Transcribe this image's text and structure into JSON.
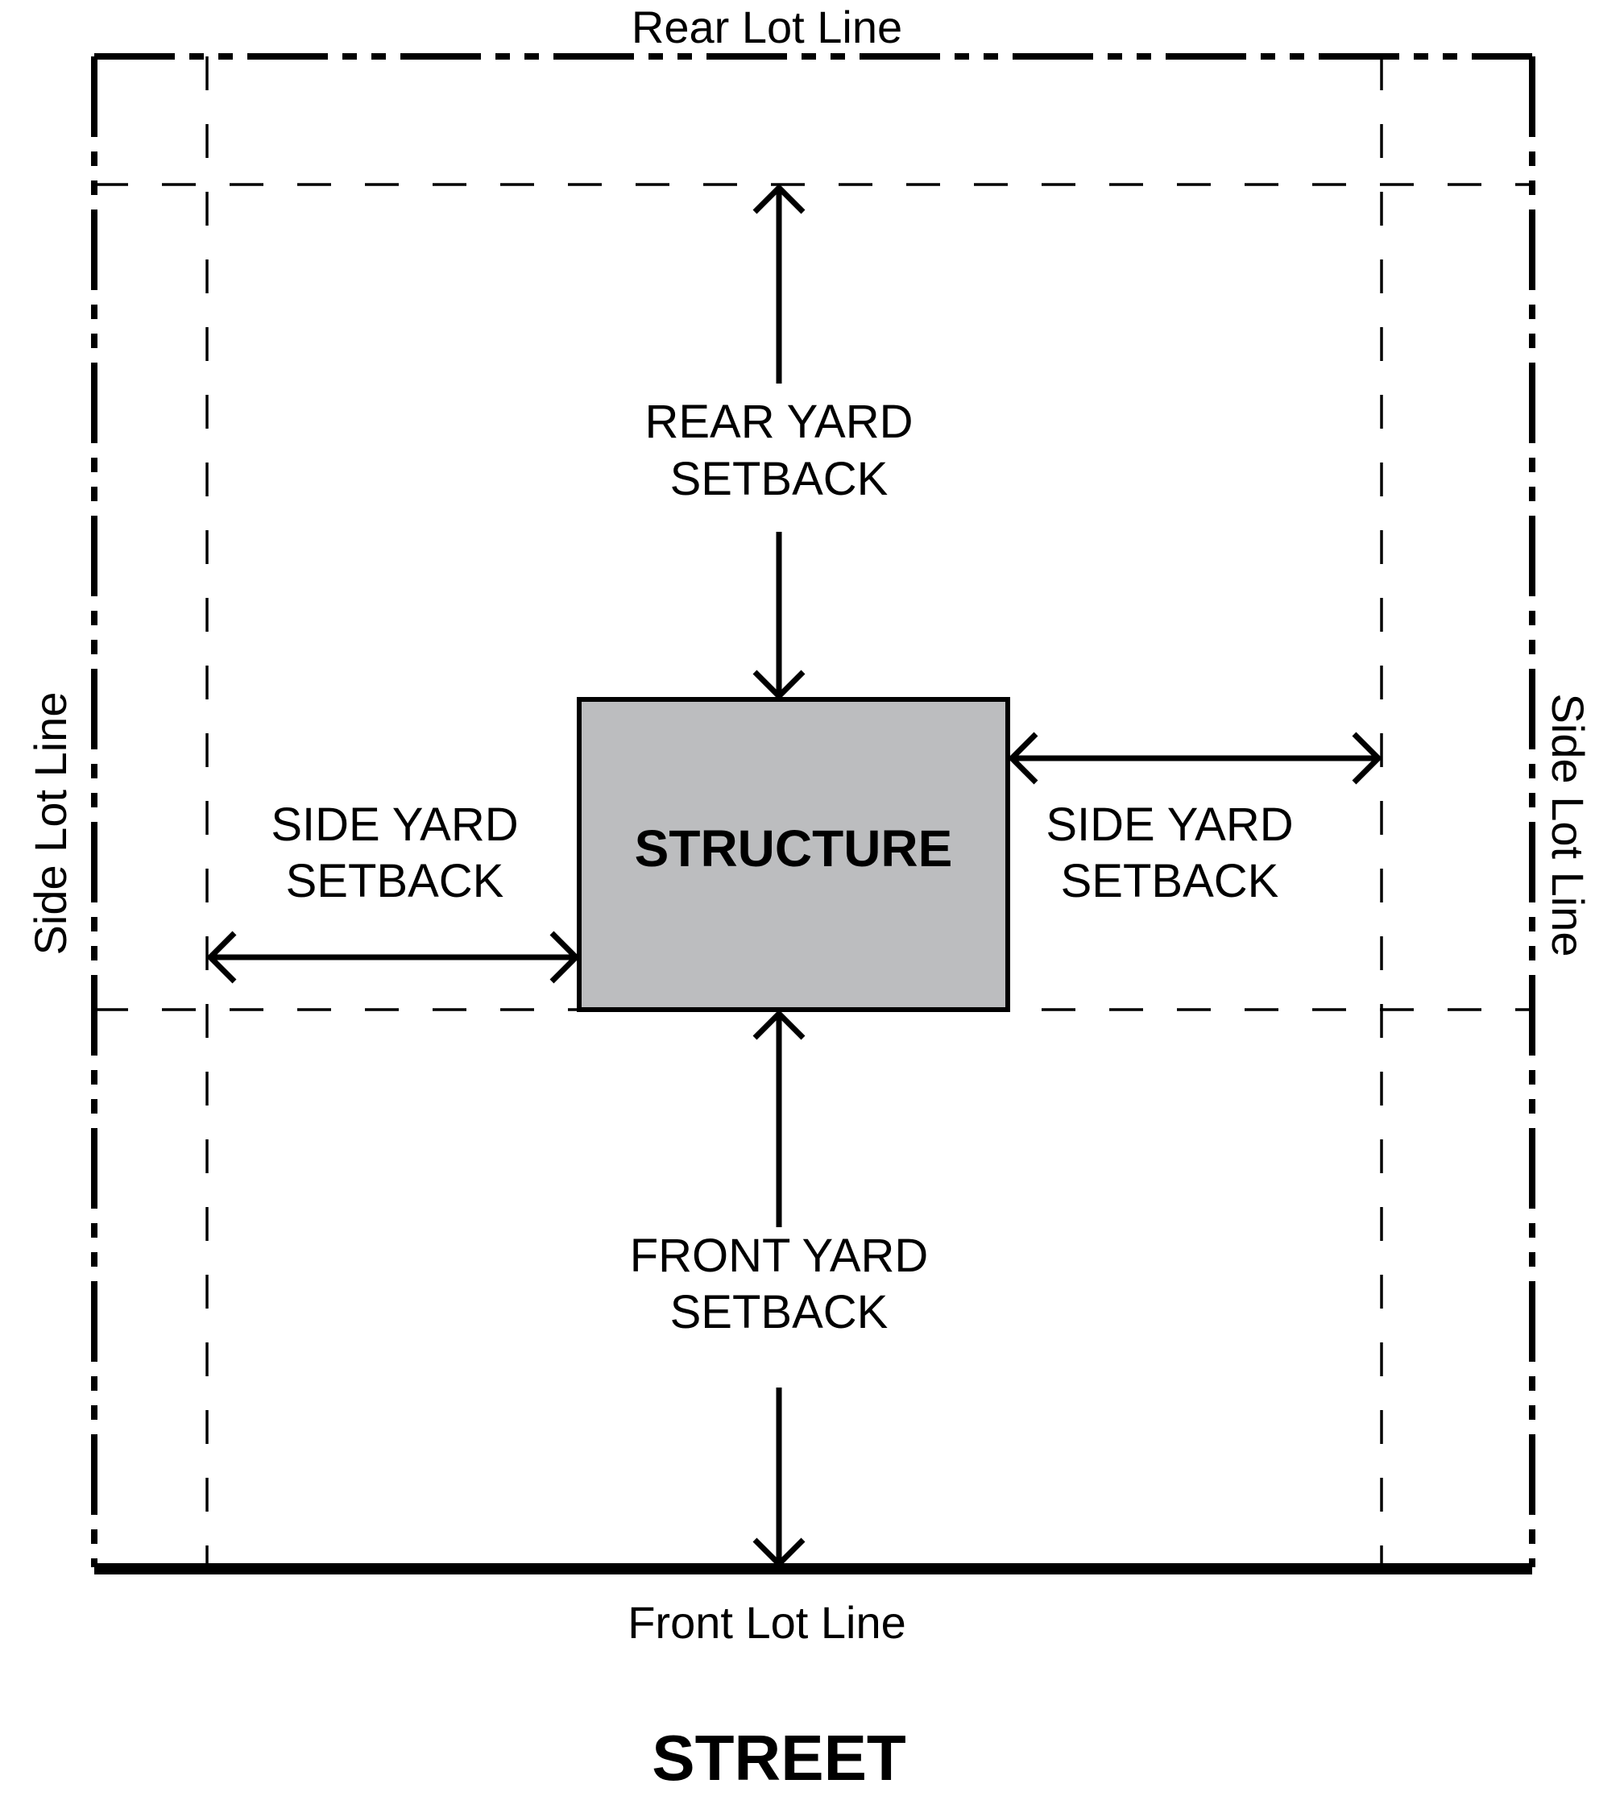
{
  "diagram": {
    "title": "Lot setback diagram",
    "lot_lines": {
      "rear": "Rear Lot Line",
      "front": "Front Lot Line",
      "side_left": "Side Lot Line",
      "side_right": "Side Lot Line"
    },
    "structure_label": "STRUCTURE",
    "street_label": "STREET",
    "setbacks": {
      "rear": [
        "REAR YARD",
        "SETBACK"
      ],
      "front": [
        "FRONT YARD",
        "SETBACK"
      ],
      "side_left": [
        "SIDE YARD",
        "SETBACK"
      ],
      "side_right": [
        "SIDE YARD",
        "SETBACK"
      ]
    },
    "colors": {
      "line": "#000000",
      "structure_fill": "#bcbdbf",
      "background": "#ffffff"
    }
  }
}
